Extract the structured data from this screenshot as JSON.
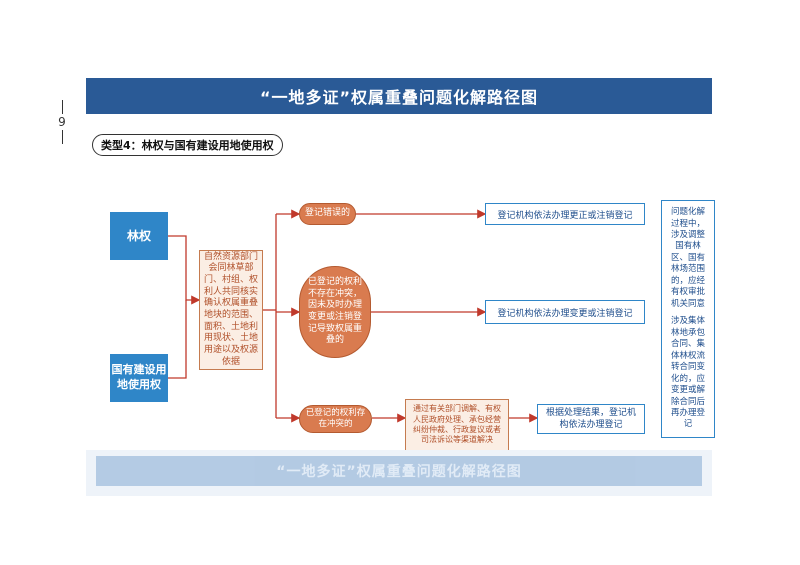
{
  "page_number": "9",
  "title": "“一地多证”权属重叠问题化解路径图",
  "type_label": "类型4：林权与国有建设用地使用权",
  "sources": {
    "forest_right": "林权",
    "state_land": "国有建设用地使用权"
  },
  "process": "自然资源部门会同林草部门、村组、权利人共同核实确认权属重叠地块的范围、面积、土地利用现状、土地用途以及权源依据",
  "branches": [
    {
      "condition": "登记错误的",
      "outcome": "登记机构依法办理更正或注销登记"
    },
    {
      "condition": "已登记的权利不存在冲突，因未及时办理变更或注销登记导致权属重叠的",
      "outcome": "登记机构依法办理变更或注销登记"
    },
    {
      "condition": "已登记的权利存在冲突的",
      "middle": "通过有关部门调解、有权人民政府处理、承包经营纠纷仲裁、行政复议或者司法诉讼等渠道解决",
      "outcome": "根据处理结果，登记机构依法办理登记"
    }
  ],
  "note": {
    "p1": "问题化解过程中，涉及调整国有林区、国有林场范围的，应经有权审批机关同意",
    "p2": "涉及集体林地承包合同、集体林权流转合同变化的，应变更或解除合同后再办理登记"
  },
  "faded_title": "“一地多证”权属重叠问题化解路径图",
  "colors": {
    "title_bar": "#2a5a96",
    "blue_box": "#2f86c8",
    "oval": "#d97b4f",
    "tan_border": "#c57b4f",
    "connector": "#c0392b"
  }
}
